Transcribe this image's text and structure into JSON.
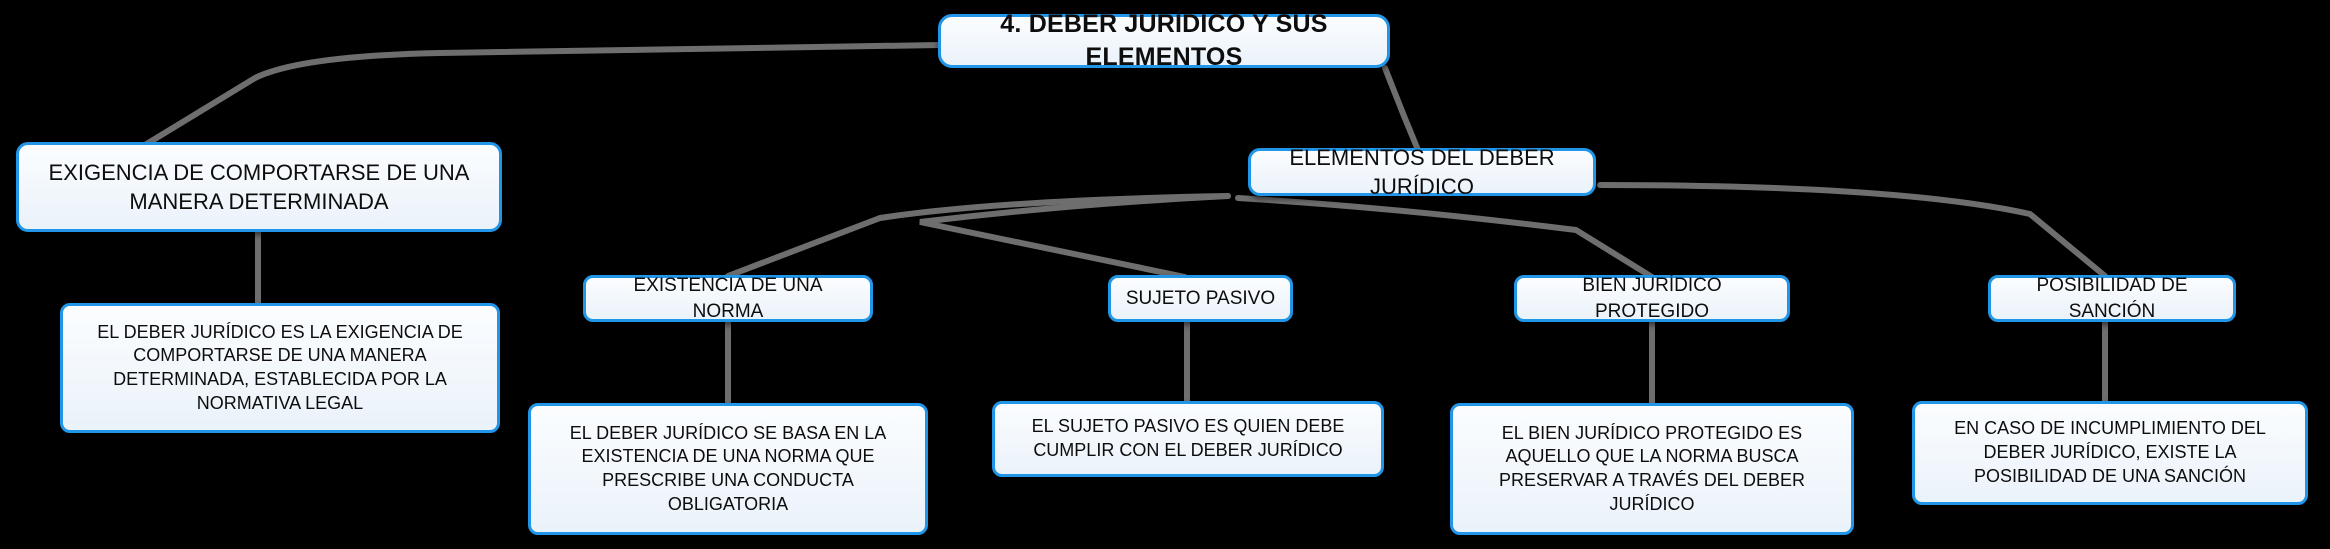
{
  "diagram": {
    "title": "4. DEBER JURÍDICO Y SUS ELEMENTOS",
    "type": "mind-map",
    "background_color": "#000000",
    "node_border_color": "#2196e8",
    "node_fill_color": "#f4f9fd",
    "node_text_color": "#0d0d0d",
    "edge_color": "#6e6e6e"
  },
  "nodes": {
    "root": {
      "label": "4. DEBER JURÍDICO Y SUS ELEMENTOS"
    },
    "branch_exigencia": {
      "label": "EXIGENCIA DE COMPORTARSE DE UNA MANERA DETERMINADA"
    },
    "detail_exigencia": {
      "label": "EL DEBER JURÍDICO ES LA EXIGENCIA DE COMPORTARSE DE UNA MANERA DETERMINADA, ESTABLECIDA POR LA NORMATIVA LEGAL"
    },
    "branch_elementos": {
      "label": "ELEMENTOS DEL DEBER JURÍDICO"
    },
    "element_norma": {
      "label": "EXISTENCIA DE UNA NORMA"
    },
    "detail_norma": {
      "label": "EL DEBER JURÍDICO SE BASA EN LA EXISTENCIA DE UNA NORMA QUE PRESCRIBE UNA CONDUCTA OBLIGATORIA"
    },
    "element_sujeto": {
      "label": "SUJETO PASIVO"
    },
    "detail_sujeto": {
      "label": "EL SUJETO PASIVO ES QUIEN DEBE CUMPLIR CON EL DEBER JURÍDICO"
    },
    "element_bien": {
      "label": "BIEN JURÍDICO PROTEGIDO"
    },
    "detail_bien": {
      "label": "EL BIEN JURÍDICO PROTEGIDO ES AQUELLO QUE LA NORMA BUSCA PRESERVAR A TRAVÉS DEL DEBER JURÍDICO"
    },
    "element_sancion": {
      "label": "POSIBILIDAD DE SANCIÓN"
    },
    "detail_sancion": {
      "label": "EN CASO DE INCUMPLIMIENTO DEL DEBER JURÍDICO, EXISTE LA POSIBILIDAD DE UNA SANCIÓN"
    }
  }
}
